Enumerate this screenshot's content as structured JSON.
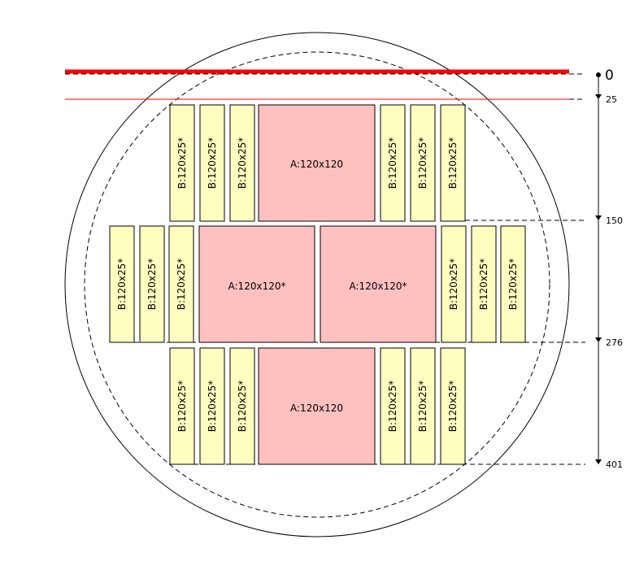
{
  "colors": {
    "die_a_fill": "#ffc0c0",
    "die_b_fill": "#ffffc0",
    "edge_line": "#ff0000",
    "stroke": "#000000"
  },
  "dimension_labels": [
    "0",
    "25",
    "150",
    "276",
    "401"
  ],
  "dies": {
    "row1": [
      "B:120x25*",
      "B:120x25*",
      "B:120x25*",
      "A:120x120",
      "B:120x25*",
      "B:120x25*",
      "B:120x25*"
    ],
    "row2": [
      "B:120x25*",
      "B:120x25*",
      "B:120x25*",
      "A:120x120*",
      "A:120x120*",
      "B:120x25*",
      "B:120x25*",
      "B:120x25*"
    ],
    "row3": [
      "B:120x25*",
      "B:120x25*",
      "B:120x25*",
      "A:120x120",
      "B:120x25*",
      "B:120x25*",
      "B:120x25*"
    ]
  }
}
